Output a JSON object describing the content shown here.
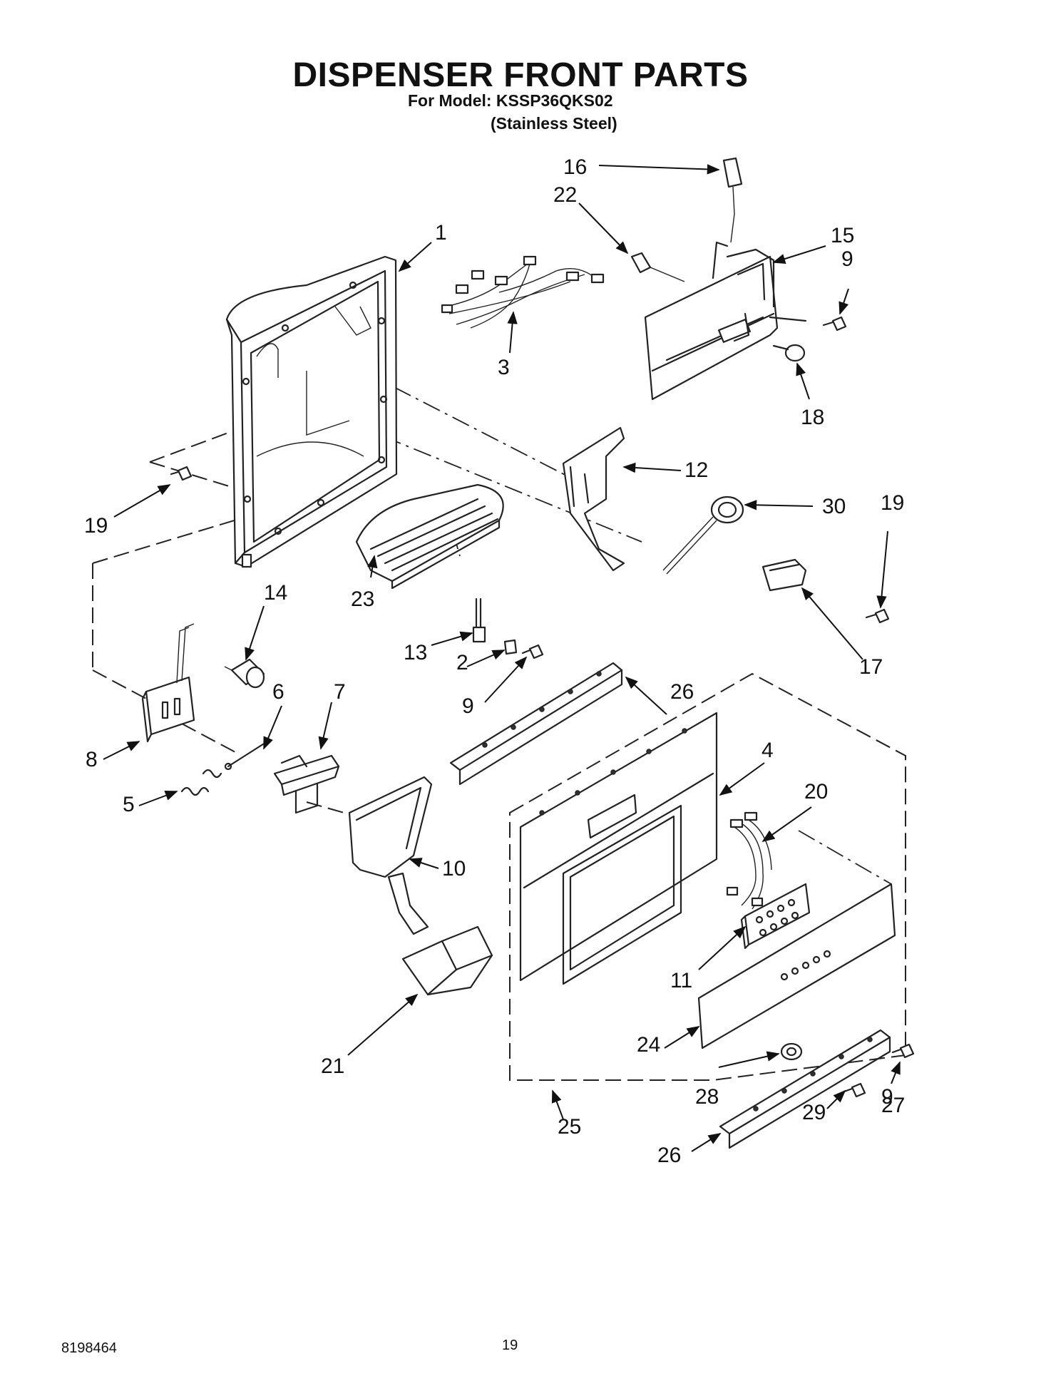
{
  "header": {
    "title": "DISPENSER FRONT PARTS",
    "model_line": "For Model: KSSP36QKS02",
    "material_line": "(Stainless Steel)"
  },
  "footer": {
    "doc_number": "8198464",
    "page_number": "19"
  },
  "callouts": [
    "1",
    "2",
    "3",
    "4",
    "5",
    "6",
    "7",
    "8",
    "9",
    "9",
    "9",
    "10",
    "11",
    "12",
    "13",
    "14",
    "15",
    "16",
    "17",
    "18",
    "19",
    "19",
    "20",
    "21",
    "22",
    "23",
    "24",
    "25",
    "26",
    "26",
    "27",
    "28",
    "29",
    "30"
  ]
}
